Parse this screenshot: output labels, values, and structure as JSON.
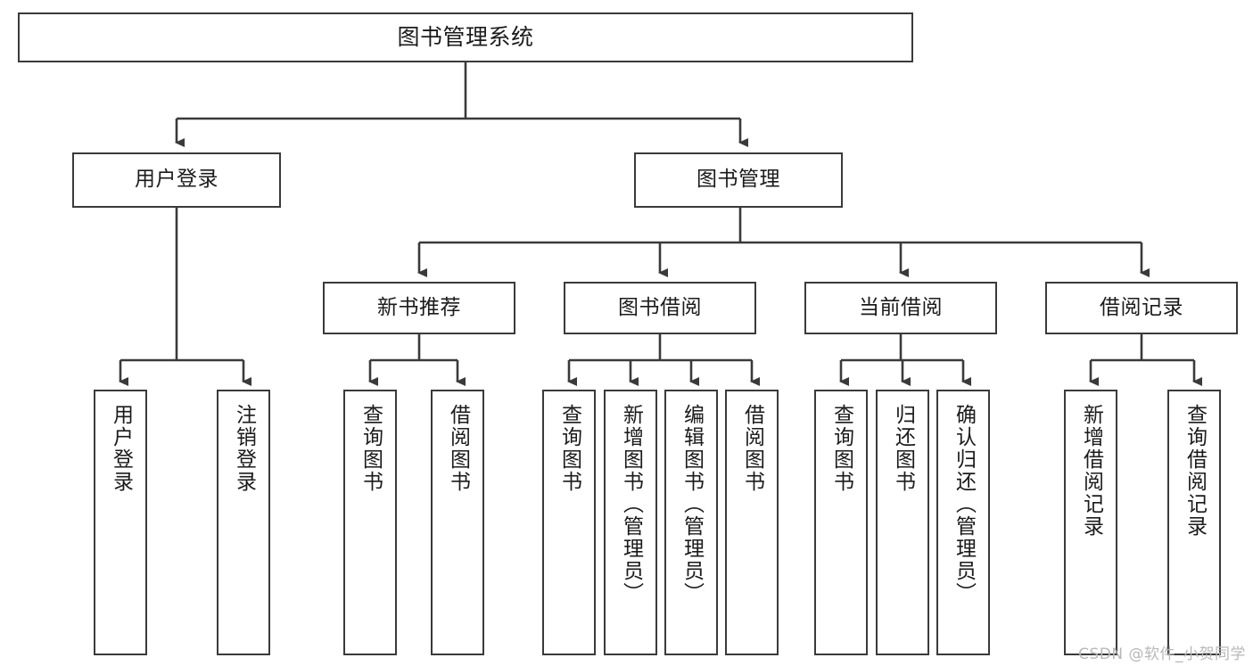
{
  "diagram": {
    "title": "图书管理系统",
    "type": "tree-hierarchy",
    "watermark": "CSDN @软件_小贺同学",
    "colors": {
      "stroke": "#3a3a3a",
      "fill": "#ffffff",
      "text": "#1b1b1b",
      "watermark": "#b8b8b8"
    },
    "root": {
      "label": "图书管理系统"
    },
    "level2": [
      {
        "label": "用户登录"
      },
      {
        "label": "图书管理"
      }
    ],
    "level3": [
      {
        "label": "新书推荐"
      },
      {
        "label": "图书借阅"
      },
      {
        "label": "当前借阅"
      },
      {
        "label": "借阅记录"
      }
    ],
    "leaves": {
      "user_login": [
        {
          "label": "用户登录"
        },
        {
          "label": "注销登录"
        }
      ],
      "new_book_recommend": [
        {
          "label": "查询图书"
        },
        {
          "label": "借阅图书"
        }
      ],
      "book_borrow": [
        {
          "label": "查询图书"
        },
        {
          "label": "新增图书（管理员）"
        },
        {
          "label": "编辑图书（管理员）"
        },
        {
          "label": "借阅图书"
        }
      ],
      "current_borrow": [
        {
          "label": "查询图书"
        },
        {
          "label": "归还图书"
        },
        {
          "label": "确认归还（管理员）"
        }
      ],
      "borrow_record": [
        {
          "label": "新增借阅记录"
        },
        {
          "label": "查询借阅记录"
        }
      ]
    }
  }
}
